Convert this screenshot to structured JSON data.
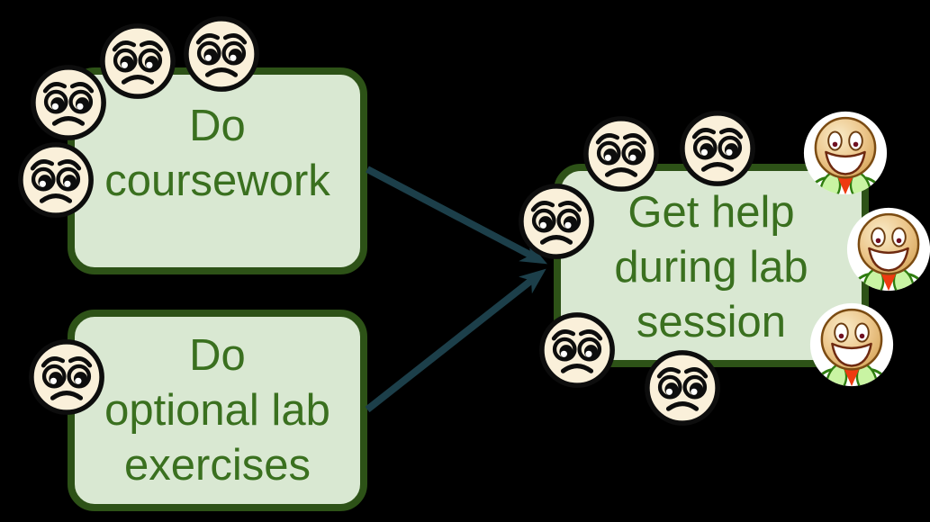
{
  "scene": {
    "background_color": "#000000",
    "node_fill": "#d9e8d2",
    "node_border_color": "#2d5217",
    "node_text_color": "#3a701f",
    "arrow_color": "#1c3f4a",
    "pleading_face_color": "#faf0da",
    "happy_face_color": "#e8c184"
  },
  "nodes": [
    {
      "id": "do-coursework",
      "label": "Do coursework",
      "lines": [
        "Do",
        "coursework"
      ],
      "pleading_face_count": 4,
      "happy_face_count": 0
    },
    {
      "id": "do-optional-lab-exercises",
      "label": "Do optional lab exercises",
      "lines": [
        "Do",
        "optional lab",
        "exercises"
      ],
      "pleading_face_count": 1,
      "happy_face_count": 0
    },
    {
      "id": "get-help-during-lab-session",
      "label": "Get help during lab session",
      "lines": [
        "Get help",
        "during lab",
        "session"
      ],
      "pleading_face_count": 5,
      "happy_face_count": 3
    }
  ],
  "edges": [
    {
      "from": "do-coursework",
      "to": "get-help-during-lab-session"
    },
    {
      "from": "do-optional-lab-exercises",
      "to": "get-help-during-lab-session"
    }
  ]
}
